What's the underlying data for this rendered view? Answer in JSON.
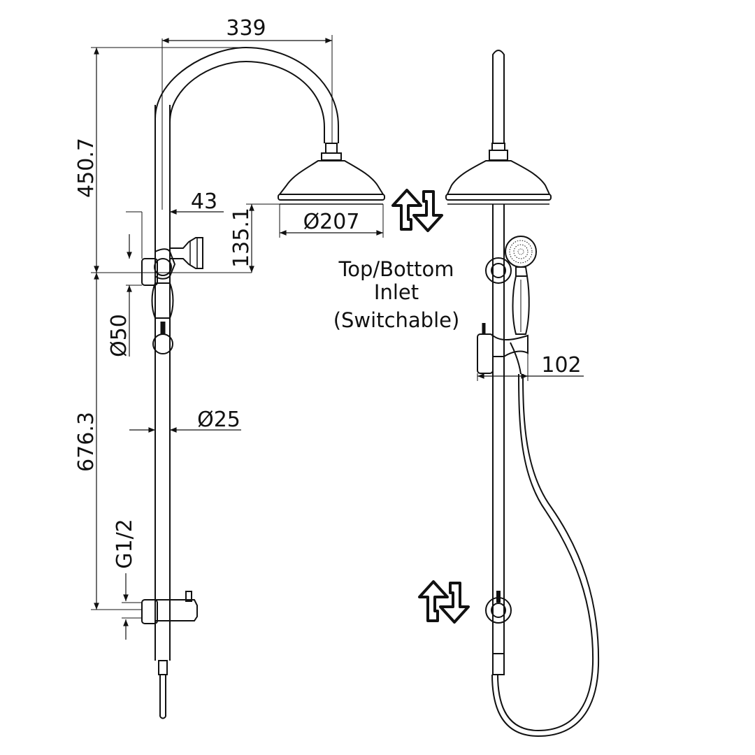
{
  "dimensions": {
    "arm_reach": "339",
    "head_height": "450.7",
    "arm_offset": "43",
    "head_diameter": "Ø207",
    "head_drop": "135.1",
    "bracket_diameter": "Ø50",
    "riser_length": "676.3",
    "riser_diameter": "Ø25",
    "inlet_thread": "G1/2",
    "handshower_offset": "102"
  },
  "note": {
    "line1": "Top/Bottom",
    "line2": "Inlet",
    "line3": "(Switchable)"
  },
  "icons": [
    "switch-arrows-icon",
    "switch-arrows-icon"
  ]
}
